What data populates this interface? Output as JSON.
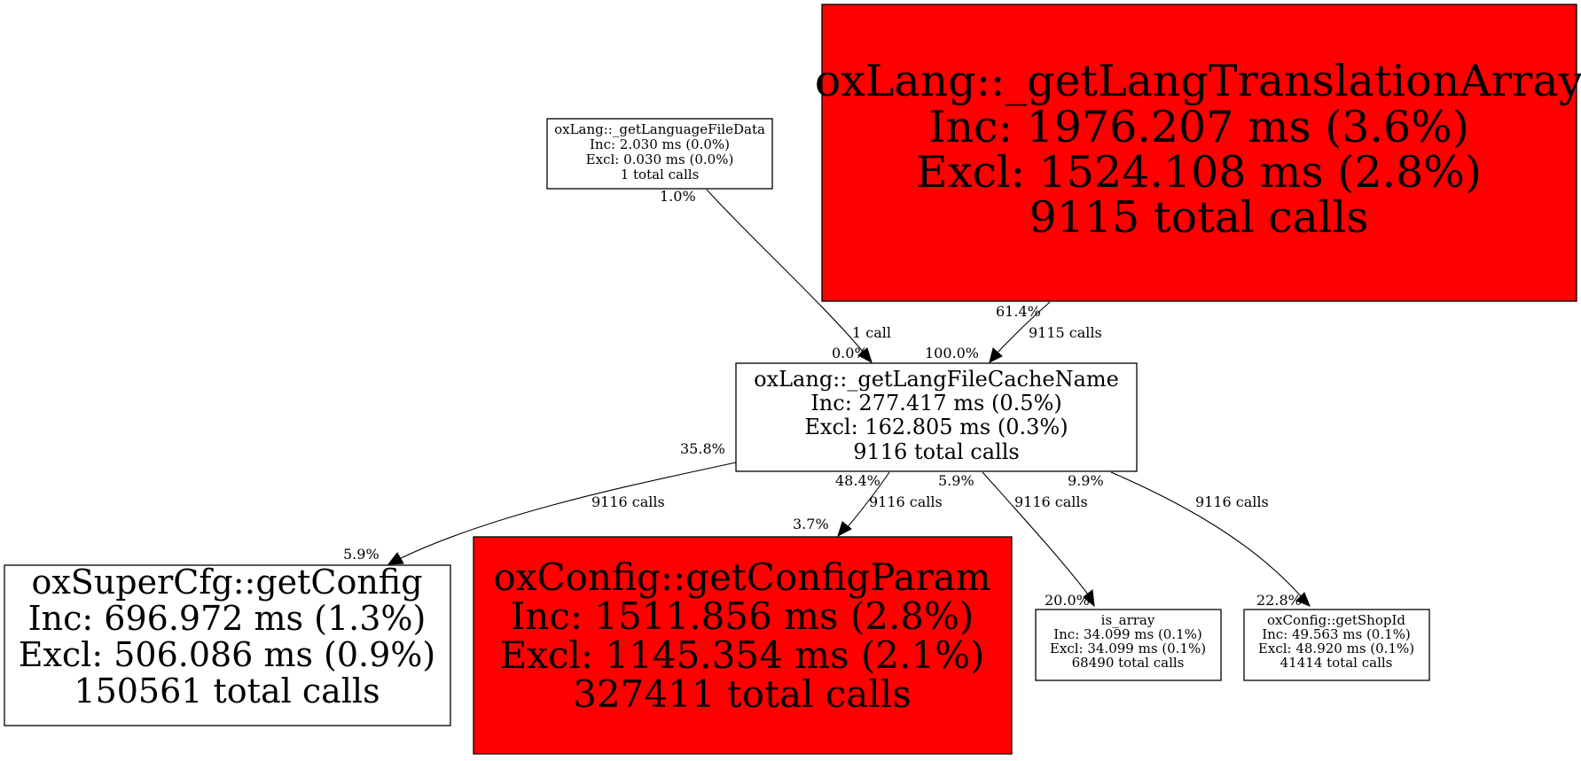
{
  "diagram": {
    "colors": {
      "hot": "#ff0000",
      "normal": "#ffffff",
      "stroke": "#000000"
    },
    "nodes": {
      "langFileData": {
        "fill": "normal",
        "lines": [
          "oxLang::_getLanguageFileData",
          "Inc: 2.030 ms (0.0%)",
          "Excl: 0.030 ms (0.0%)",
          "1 total calls"
        ]
      },
      "langTransArray": {
        "fill": "hot",
        "lines": [
          "oxLang::_getLangTranslationArray",
          "Inc: 1976.207 ms (3.6%)",
          "Excl: 1524.108 ms (2.8%)",
          "9115 total calls"
        ]
      },
      "langFileCacheName": {
        "fill": "normal",
        "lines": [
          "oxLang::_getLangFileCacheName",
          "Inc: 277.417 ms (0.5%)",
          "Excl: 162.805 ms (0.3%)",
          "9116 total calls"
        ]
      },
      "superCfgGetConfig": {
        "fill": "normal",
        "lines": [
          "oxSuperCfg::getConfig",
          "Inc: 696.972 ms (1.3%)",
          "Excl: 506.086 ms (0.9%)",
          "150561 total calls"
        ]
      },
      "configGetConfigParam": {
        "fill": "hot",
        "lines": [
          "oxConfig::getConfigParam",
          "Inc: 1511.856 ms (2.8%)",
          "Excl: 1145.354 ms (2.1%)",
          "327411 total calls"
        ]
      },
      "isArray": {
        "fill": "normal",
        "lines": [
          "is_array",
          "Inc: 34.099 ms (0.1%)",
          "Excl: 34.099 ms (0.1%)",
          "68490 total calls"
        ]
      },
      "configGetShopId": {
        "fill": "normal",
        "lines": [
          "oxConfig::getShopId",
          "Inc: 49.563 ms (0.1%)",
          "Excl: 48.920 ms (0.1%)",
          "41414 total calls"
        ]
      }
    },
    "edges": {
      "fileDataToCache": {
        "tail": "1.0%",
        "label": "1 call",
        "head": "0.0%"
      },
      "transToCache": {
        "tail": "61.4%",
        "label": "9115 calls",
        "head": "100.0%"
      },
      "cacheToSuperCfg": {
        "tail": "35.8%",
        "label": "9116 calls",
        "head": "5.9%"
      },
      "cacheToConfigParam": {
        "tail": "48.4%",
        "label": "9116 calls",
        "head": "3.7%"
      },
      "cacheToIsArray": {
        "tail": "5.9%",
        "label": "9116 calls",
        "head": "20.0%"
      },
      "cacheToShopId": {
        "tail": "9.9%",
        "label": "9116 calls",
        "head": "22.8%"
      }
    }
  }
}
